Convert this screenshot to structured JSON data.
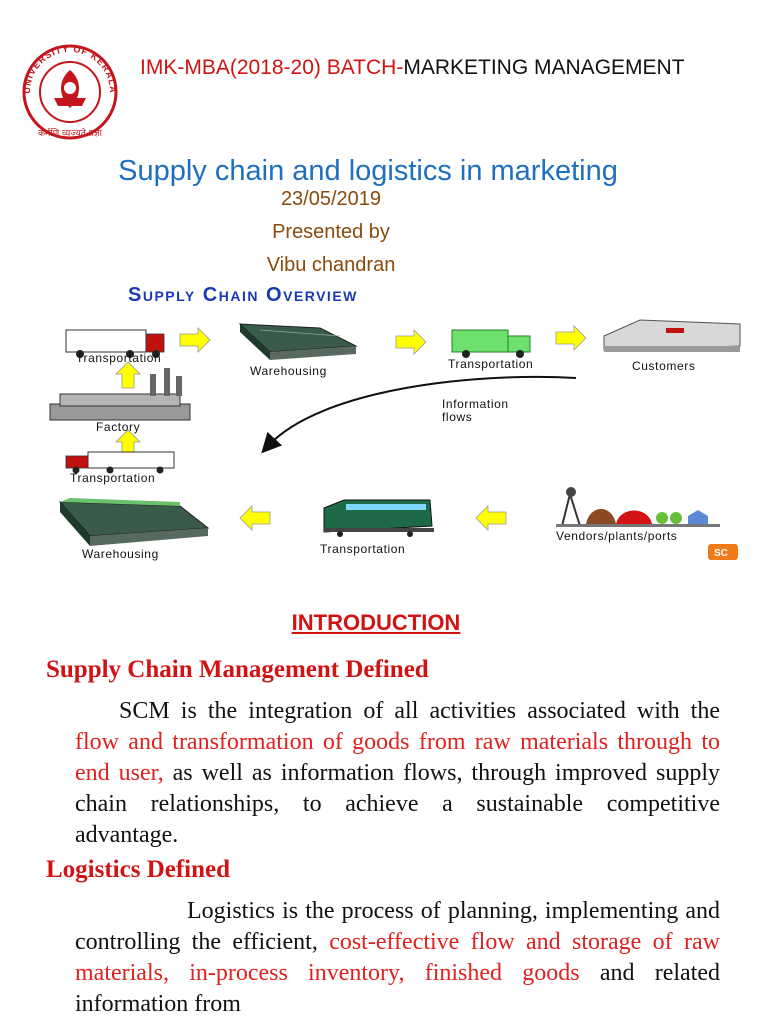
{
  "header": {
    "prefix": "IMK-MBA(2018-20) BATCH-",
    "subject": "MARKETING MANAGEMENT"
  },
  "seal": {
    "arc_text": "UNIVERSITY OF KERALA",
    "motto": "कर्मणि व्यज्यते प्रज्ञा"
  },
  "title": "Supply chain and logistics in marketing",
  "date": "23/05/2019",
  "presented_by": "Presented  by",
  "presenter": "Vibu chandran",
  "diagram": {
    "title": "Supply Chain Overview",
    "labels": {
      "transport_top_left": "Transportation",
      "warehousing_top": "Warehousing",
      "transport_top_mid": "Transportation",
      "customers": "Customers",
      "info_flows_1": "Information",
      "info_flows_2": "flows",
      "factory": "Factory",
      "transport_mid_left": "Transportation",
      "warehousing_bottom": "Warehousing",
      "transport_bottom": "Transportation",
      "vendors": "Vendors/plants/ports",
      "corner_badge": "SC"
    }
  },
  "intro_heading": "INTRODUCTION",
  "scm": {
    "heading": "Supply Chain Management Defined",
    "text_1": "SCM is the integration of all activities associated with the ",
    "highlight": "flow and transformation of goods from raw materials through to end user,",
    "text_2": " as well as information flows, through improved supply chain relationships, to achieve a sustainable competitive advantage."
  },
  "logistics": {
    "heading": "Logistics Defined",
    "text_1": "Logistics is the process of planning, implementing and controlling the efficient, ",
    "highlight": "cost-effective flow and storage of raw materials, in-process inventory, finished goods",
    "text_2": " and related information from"
  },
  "colors": {
    "header_red": "#d11313",
    "title_blue": "#1e6fc0",
    "subtitle_brown": "#8a4a0c",
    "diagram_title_blue": "#1a3ab4",
    "arrow_yellow": "#ffff00",
    "highlight_red": "#e0211f"
  }
}
